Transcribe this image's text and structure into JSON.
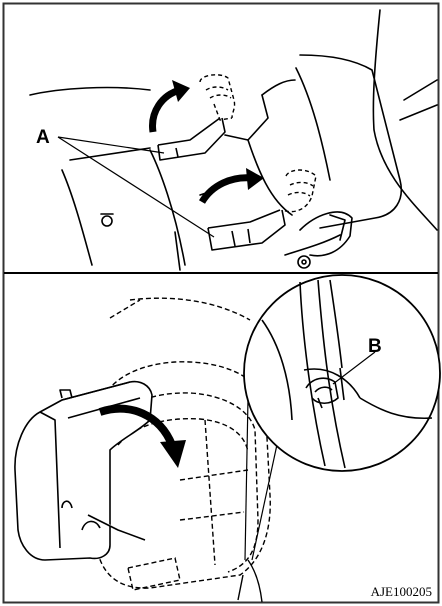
{
  "labels": {
    "callout_a": "A",
    "callout_b": "B"
  },
  "figure_code": "AJE100205",
  "colors": {
    "line": "#000000",
    "frame": "#333333",
    "background": "#ffffff"
  },
  "icons": {
    "rotate_arrow": "curved-arrow-icon"
  }
}
